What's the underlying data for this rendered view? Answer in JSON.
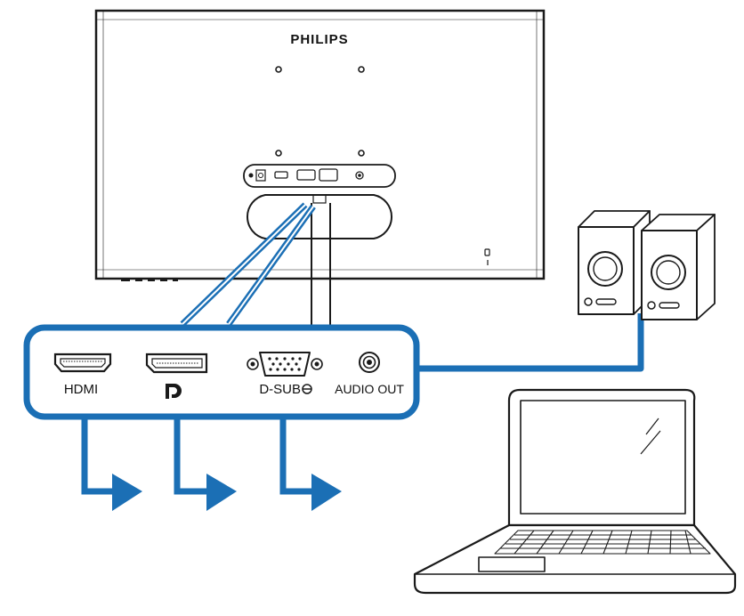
{
  "monitor": {
    "brand": "PHILIPS",
    "ports": [
      {
        "id": "hdmi",
        "label": "HDMI"
      },
      {
        "id": "displayport",
        "label": "",
        "icon": "displayport-logo-icon"
      },
      {
        "id": "dsub",
        "label": "D-SUB"
      },
      {
        "id": "audio",
        "label": "AUDIO OUT"
      }
    ]
  },
  "colors": {
    "accent": "#1b6fb5",
    "outline": "#1a1a1a",
    "background": "#ffffff"
  },
  "peripherals": [
    "speakers-icon",
    "laptop-icon"
  ]
}
